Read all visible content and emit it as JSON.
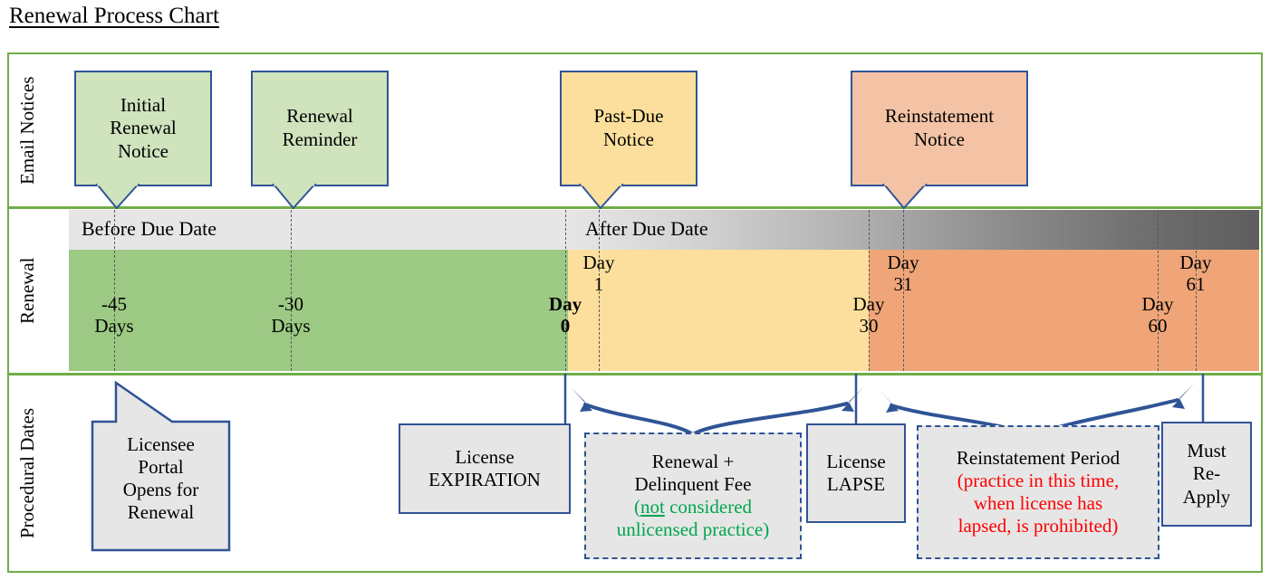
{
  "title": "Renewal Process Chart",
  "rows": {
    "email": {
      "label": "Email Notices"
    },
    "renewal": {
      "label": "Renewal"
    },
    "procedural": {
      "label": "Procedural Dates"
    }
  },
  "colors": {
    "frame_green": "#70ad47",
    "box_border_blue": "#2f5496",
    "notice_green": "#cfe3bd",
    "notice_yellow": "#fcdf9c",
    "notice_orange": "#f4c3a5",
    "band_green": "#9cc983",
    "band_yellow": "#fcdf9c",
    "band_orange": "#efa578",
    "box_fill_gray": "#e7e6e6",
    "accent_red": "#ff0000",
    "accent_green_text": "#00a650"
  },
  "email_notices": [
    {
      "id": "initial-renewal-notice",
      "label": "Initial\nRenewal\nNotice",
      "line1": "Initial",
      "line2": "Renewal",
      "line3": "Notice",
      "fill": "#cfe3bd"
    },
    {
      "id": "renewal-reminder",
      "label": "Renewal Reminder",
      "line1": "Renewal",
      "line2": "Reminder",
      "line3": "",
      "fill": "#cfe3bd"
    },
    {
      "id": "past-due-notice",
      "label": "Past-Due Notice",
      "line1": "Past-Due",
      "line2": "Notice",
      "line3": "",
      "fill": "#fcdf9c"
    },
    {
      "id": "reinstatement-notice",
      "label": "Reinstatement Notice",
      "line1": "Reinstatement",
      "line2": "Notice",
      "line3": "",
      "fill": "#f4c3a5"
    }
  ],
  "timeline": {
    "gradient_labels": [
      {
        "text": "Before Due Date",
        "left_pct": 1.2
      },
      {
        "text": "After Due Date",
        "left_pct": 43.5
      }
    ],
    "day_markers": [
      {
        "id": "day--45",
        "line1": "-45",
        "line2": "Days",
        "bold": false,
        "position": "lower"
      },
      {
        "id": "day--30",
        "line1": "-30",
        "line2": "Days",
        "bold": false,
        "position": "lower"
      },
      {
        "id": "day-0",
        "line1": "Day",
        "line2": "0",
        "bold": true,
        "position": "lower"
      },
      {
        "id": "day-1",
        "line1": "Day",
        "line2": "1",
        "bold": false,
        "position": "upper"
      },
      {
        "id": "day-30",
        "line1": "Day",
        "line2": "30",
        "bold": false,
        "position": "lower"
      },
      {
        "id": "day-31",
        "line1": "Day",
        "line2": "31",
        "bold": false,
        "position": "upper"
      },
      {
        "id": "day-60",
        "line1": "Day",
        "line2": "60",
        "bold": false,
        "position": "lower"
      },
      {
        "id": "day-61",
        "line1": "Day",
        "line2": "61",
        "bold": false,
        "position": "upper"
      }
    ]
  },
  "procedural": {
    "licensee_portal": {
      "line1": "Licensee",
      "line2": "Portal",
      "line3": "Opens for",
      "line4": "Renewal"
    },
    "license_expiration": {
      "line1": "License",
      "line2": "EXPIRATION"
    },
    "renewal_delinquent": {
      "line1": "Renewal +",
      "line2": "Delinquent Fee",
      "note_prefix": "(",
      "note_underline": "not",
      "note_rest": " considered",
      "note_line2": "unlicensed practice)"
    },
    "license_lapse": {
      "line1": "License",
      "line2": "LAPSE"
    },
    "reinstatement_period": {
      "line1": "Reinstatement Period",
      "note_line1": "(practice in this time,",
      "note_line2": "when license has",
      "note_line3": "lapsed, is prohibited)"
    },
    "must_reapply": {
      "line1": "Must",
      "line2": "Re-",
      "line3": "Apply"
    }
  },
  "chart_data": {
    "type": "timeline",
    "title": "Renewal Process Chart",
    "axis_unit": "days relative to license due date",
    "x_range": [
      -49,
      68
    ],
    "segments": [
      {
        "name": "Before Due Date",
        "color": "#9cc983",
        "from_day": -49,
        "to_day": 0
      },
      {
        "name": "Renewal + Delinquent Fee",
        "color": "#fcdf9c",
        "from_day": 0,
        "to_day": 30
      },
      {
        "name": "Reinstatement Period",
        "color": "#efa578",
        "from_day": 30,
        "to_day": 68
      }
    ],
    "markers": [
      -45,
      -30,
      0,
      1,
      30,
      31,
      60,
      61
    ],
    "marker_labels": [
      "-45 Days",
      "-30 Days",
      "Day 0",
      "Day 1",
      "Day 30",
      "Day 31",
      "Day 60",
      "Day 61"
    ],
    "events": [
      {
        "day": -45,
        "label": "Initial Renewal Notice",
        "track": "Email Notices"
      },
      {
        "day": -30,
        "label": "Renewal Reminder",
        "track": "Email Notices"
      },
      {
        "day": 1,
        "label": "Past-Due Notice",
        "track": "Email Notices"
      },
      {
        "day": 31,
        "label": "Reinstatement Notice",
        "track": "Email Notices"
      },
      {
        "day": -45,
        "label": "Licensee Portal Opens for Renewal",
        "track": "Procedural Dates"
      },
      {
        "day": 0,
        "label": "License EXPIRATION",
        "track": "Procedural Dates"
      },
      {
        "day": 30,
        "label": "License LAPSE",
        "track": "Procedural Dates"
      },
      {
        "day": 61,
        "label": "Must Re-Apply",
        "track": "Procedural Dates"
      }
    ],
    "spans": [
      {
        "from_day": 1,
        "to_day": 30,
        "label": "Renewal + Delinquent Fee (not considered unlicensed practice)"
      },
      {
        "from_day": 31,
        "to_day": 60,
        "label": "Reinstatement Period (practice in this time, when license has lapsed, is prohibited)"
      }
    ]
  }
}
